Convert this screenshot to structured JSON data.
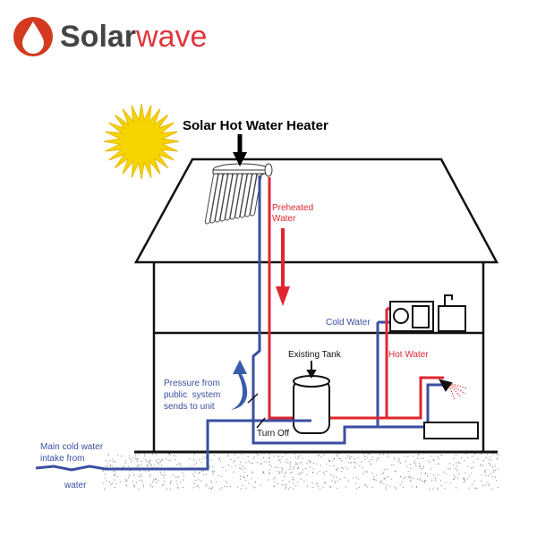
{
  "logo": {
    "part1": "Solar",
    "part2": "wave"
  },
  "title": "Solar Hot Water Heater",
  "labels": {
    "preheated": "Preheated\nWater",
    "cold_water": "Cold Water",
    "hot_water": "Hot Water",
    "existing_tank": "Existing Tank",
    "pressure": "Pressure from\npublic  system\nsends to unit",
    "turn_off": "Turn Off",
    "main_cold": "Main cold water\nintake from",
    "water": "water"
  },
  "colors": {
    "hot": "#e0262e",
    "cold": "#3a4fa0",
    "sun": "#f5d400"
  }
}
